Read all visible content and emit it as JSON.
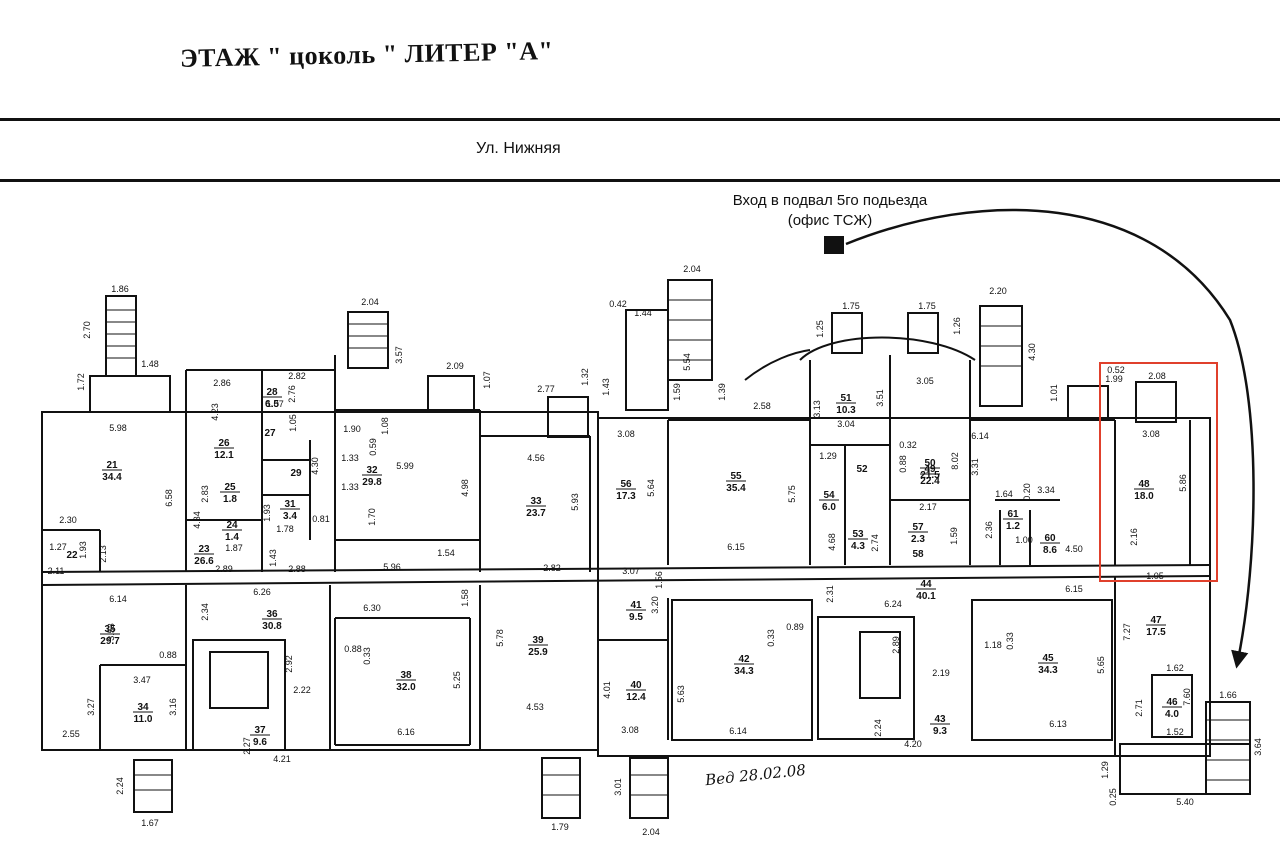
{
  "title": "ЭТАЖ \" цоколь \"  ЛИТЕР \"А\"",
  "street": "Ул. Нижняя",
  "entrance_note": {
    "line1": "Вход в подвал 5го подьезда",
    "line2": "(офис ТСЖ)"
  },
  "highlight_color": "#e0402c",
  "signature": "Вед 28.02.08",
  "rooms": [
    {
      "num": "21",
      "area": "34.4"
    },
    {
      "num": "22",
      "area": ""
    },
    {
      "num": "23",
      "area": "26.6"
    },
    {
      "num": "24",
      "area": "1.4"
    },
    {
      "num": "25",
      "area": "1.8"
    },
    {
      "num": "26",
      "area": "12.1"
    },
    {
      "num": "27",
      "area": ""
    },
    {
      "num": "28",
      "area": "6.5"
    },
    {
      "num": "29",
      "area": ""
    },
    {
      "num": "31",
      "area": "3.4"
    },
    {
      "num": "32",
      "area": "29.8"
    },
    {
      "num": "33",
      "area": "23.7"
    },
    {
      "num": "34",
      "area": "11.0"
    },
    {
      "num": "35",
      "area": "29.7"
    },
    {
      "num": "36",
      "area": "30.8"
    },
    {
      "num": "37",
      "area": "9.6"
    },
    {
      "num": "38",
      "area": "32.0"
    },
    {
      "num": "39",
      "area": "25.9"
    },
    {
      "num": "40",
      "area": "12.4"
    },
    {
      "num": "41",
      "area": "9.5"
    },
    {
      "num": "42",
      "area": "34.3"
    },
    {
      "num": "43",
      "area": "9.3"
    },
    {
      "num": "44",
      "area": "40.1"
    },
    {
      "num": "45",
      "area": "34.3"
    },
    {
      "num": "46",
      "area": "4.0"
    },
    {
      "num": "47",
      "area": "17.5"
    },
    {
      "num": "48",
      "area": "18.0"
    },
    {
      "num": "49",
      "area": "22.4"
    },
    {
      "num": "50",
      "area": "21.5"
    },
    {
      "num": "51",
      "area": "10.3"
    },
    {
      "num": "52",
      "area": ""
    },
    {
      "num": "53",
      "area": "4.3"
    },
    {
      "num": "54",
      "area": "6.0"
    },
    {
      "num": "55",
      "area": "35.4"
    },
    {
      "num": "56",
      "area": "17.3"
    },
    {
      "num": "57",
      "area": "2.3"
    },
    {
      "num": "58",
      "area": ""
    },
    {
      "num": "60",
      "area": "8.6"
    },
    {
      "num": "61",
      "area": "1.2"
    }
  ],
  "dimensions": [
    "1.86",
    "2.70",
    "1.72",
    "1.48",
    "5.98",
    "6.58",
    "2.30",
    "1.27",
    "1.93",
    "2.13",
    "2.11",
    "2.86",
    "4.23",
    "2.83",
    "4.34",
    "1.87",
    "2.89",
    "2.82",
    "2.76",
    "1.07",
    "1.05",
    "4.30",
    "1.93",
    "1.78",
    "0.81",
    "1.43",
    "2.88",
    "2.04",
    "3.57",
    "1.90",
    "0.59",
    "1.08",
    "1.33",
    "1.33",
    "5.99",
    "4.98",
    "1.70",
    "5.96",
    "1.54",
    "2.09",
    "1.07",
    "2.77",
    "4.56",
    "5.93",
    "2.82",
    "0.42",
    "1.44",
    "1.32",
    "1.43",
    "3.08",
    "5.64",
    "2.04",
    "1.59",
    "5.54",
    "1.39",
    "2.58",
    "5.75",
    "6.15",
    "3.07",
    "1.56",
    "1.75",
    "1.25",
    "3.13",
    "3.51",
    "3.04",
    "1.29",
    "4.68",
    "2.74",
    "1.75",
    "1.26",
    "3.05",
    "0.32",
    "0.88",
    "8.02",
    "2.17",
    "1.59",
    "2.20",
    "4.30",
    "1.01",
    "6.14",
    "3.31",
    "1.64",
    "0.20",
    "3.34",
    "2.36",
    "1.00",
    "4.50",
    "1.99",
    "0.52",
    "2.08",
    "3.08",
    "5.86",
    "2.16",
    "1.05",
    "6.14",
    "3.53",
    "0.88",
    "3.47",
    "3.27",
    "3.16",
    "2.55",
    "6.26",
    "2.34",
    "6.30",
    "1.58",
    "2.92",
    "2.22",
    "0.88",
    "0.33",
    "5.25",
    "5.78",
    "4.53",
    "2.27",
    "4.21",
    "6.16",
    "3.20",
    "4.01",
    "5.63",
    "3.08",
    "6.14",
    "0.33",
    "0.89",
    "2.31",
    "6.24",
    "2.89",
    "2.19",
    "2.24",
    "4.20",
    "6.15",
    "1.18",
    "0.33",
    "5.65",
    "6.13",
    "7.27",
    "1.62",
    "2.71",
    "7.60",
    "1.52",
    "1.66",
    "3.64",
    "5.40",
    "1.29",
    "0.25",
    "2.24",
    "1.67",
    "1.79",
    "3.01",
    "2.04"
  ]
}
